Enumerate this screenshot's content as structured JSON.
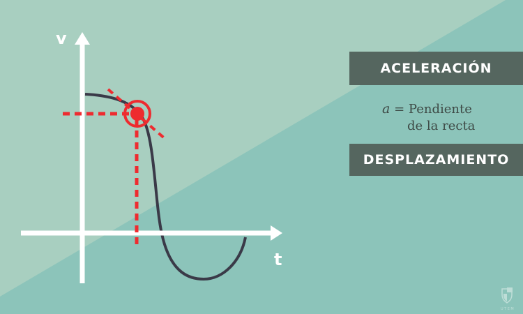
{
  "graph": {
    "y_axis_label": "v",
    "x_axis_label": "t"
  },
  "panel": {
    "heading1": "ACELERACIÓN",
    "formula_var": "a",
    "formula_eq": "=",
    "formula_line1": "Pendiente",
    "formula_line2": "de la recta",
    "heading2": "DESPLAZAMIENTO"
  },
  "logo": {
    "text": "UTEM"
  },
  "colors": {
    "bg_light": "#a8cfc0",
    "bg_dark": "#8cc4ba",
    "box": "#55665f",
    "accent_red": "#ee2b2f",
    "curve": "#3a3a48"
  }
}
